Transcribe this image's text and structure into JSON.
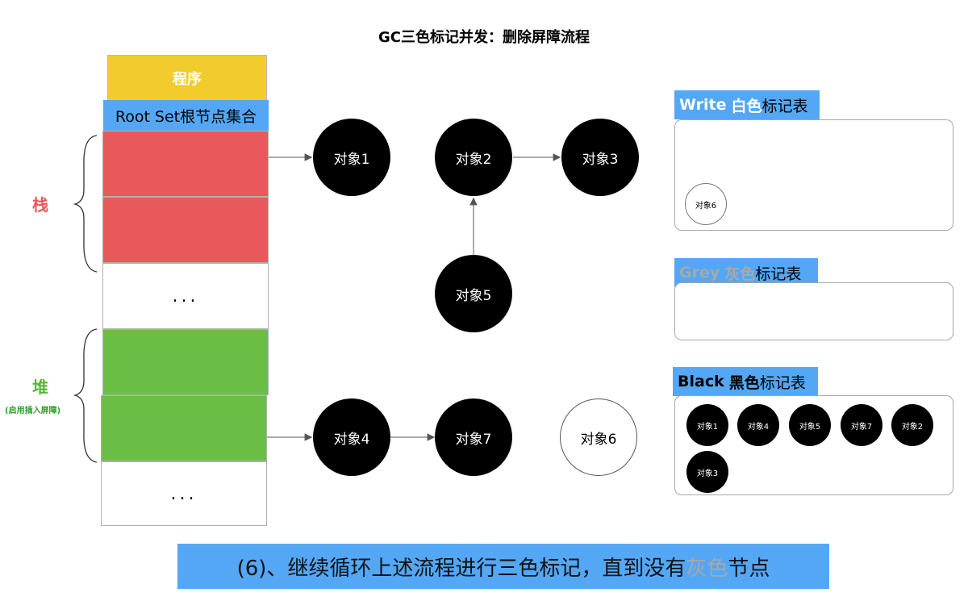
{
  "title": "GC三色标记并发：删除屏障流程",
  "program_label": "程序",
  "root_set_label": "Root Set根节点集合",
  "stack_label": "栈",
  "heap_label": "堆",
  "heap_sub_label": "(启用插入屏障)",
  "ellipsis": "...",
  "objects": {
    "o1": "对象1",
    "o2": "对象2",
    "o3": "对象3",
    "o4": "对象4",
    "o5": "对象5",
    "o6": "对象6",
    "o7": "对象7"
  },
  "tables": {
    "white": {
      "name": "Write",
      "color_word": "白色",
      "suffix": "标记表",
      "items": [
        "对象6"
      ]
    },
    "grey": {
      "name": "Grey",
      "color_word": "灰色",
      "suffix": "标记表",
      "items": []
    },
    "black": {
      "name": "Black",
      "color_word": "黑色",
      "suffix": "标记表",
      "items": [
        "对象1",
        "对象4",
        "对象5",
        "对象7",
        "对象2",
        "对象3"
      ]
    }
  },
  "caption": {
    "prefix": "(6)、继续循环上述流程进行三色标记，直到没有",
    "highlight": "灰色",
    "suffix": "节点"
  },
  "colors": {
    "accent_blue": "#54a7f5",
    "stack_red": "#e9585a",
    "heap_green": "#6bbe45",
    "program_yellow": "#f2cc2c",
    "grey_text": "#a8a8a8"
  }
}
